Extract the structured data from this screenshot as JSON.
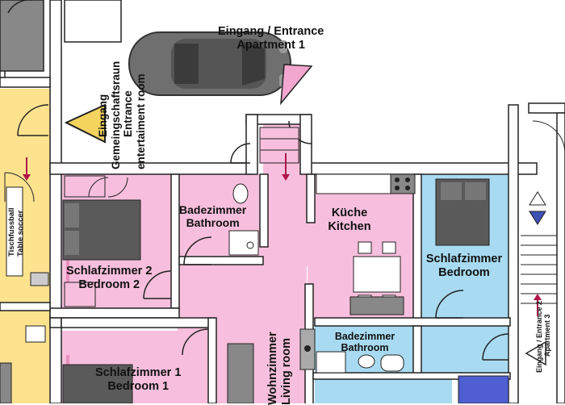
{
  "rooms": {
    "entrance_apartment1": {
      "de": "Eingang / Entrance",
      "en": "Apartment 1"
    },
    "entrance_common": {
      "l1": "Eingang",
      "l2": "Gemeingschaftsraun",
      "l3": "Entrance",
      "l4": "entertaiment room"
    },
    "bathroom_top": {
      "de": "Badezimmer",
      "en": "Bathroom"
    },
    "kitchen": {
      "de": "Küche",
      "en": "Kitchen"
    },
    "bedroom2": {
      "de": "Schlafzimmer 2",
      "en": "Bedroom 2"
    },
    "bedroom_right": {
      "de": "Schlafzimmer",
      "en": "Bedroom"
    },
    "bedroom1": {
      "de": "Schlafzimmer 1",
      "en": "Bedroom 1"
    },
    "bathroom_small": {
      "de": "Badezimmer",
      "en": "Bathroom"
    },
    "living_room": {
      "de": "Wohnzimmer",
      "en": "Living room"
    },
    "table_soccer": {
      "de": "Tischfussball",
      "en": "Table soccer"
    },
    "entrance_apartment3": {
      "l1": "Eingang / Entrance 2",
      "l2": "Apartment 3"
    }
  },
  "colors": {
    "pink": "#f7bfdd",
    "pink_dark": "#e98fbf",
    "blue": "#a8dbf2",
    "yellow": "#fde38e",
    "wall": "#ffffff",
    "wall_stroke": "#222222",
    "furniture": "#444444",
    "arrow_red": "#b0124a"
  },
  "icons": {
    "car": "car-icon",
    "warning": "warning-triangle-icon",
    "stairs": "stairs-icon",
    "door": "door-swing-icon"
  }
}
